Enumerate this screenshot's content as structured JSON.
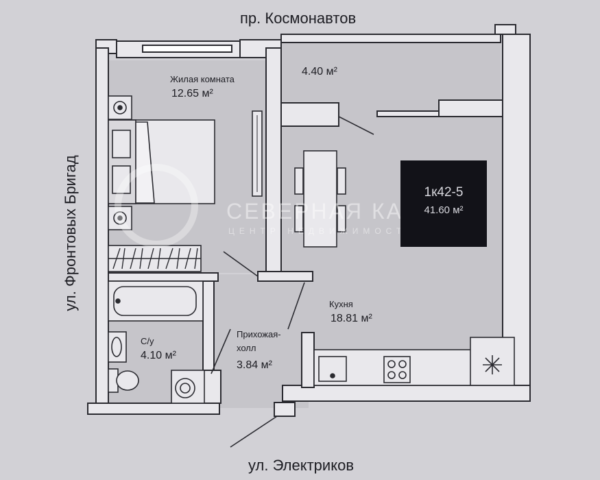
{
  "streets": {
    "top": "пр. Космонавтов",
    "left": "ул. Фронтовых Бригад",
    "bottom": "ул. Электриков"
  },
  "rooms": {
    "living": {
      "label": "Жилая комната",
      "area": "12.65 м²"
    },
    "balcony": {
      "area": "4.40 м²"
    },
    "kitchen": {
      "label": "Кухня",
      "area": "18.81 м²"
    },
    "bathroom": {
      "label": "С/у",
      "area": "4.10 м²"
    },
    "hallway": {
      "label_line1": "Прихожая-",
      "label_line2": "холл",
      "area": "3.84 м²"
    }
  },
  "unit": {
    "code": "1к42-5",
    "total_area": "41.60 м²"
  },
  "watermark": {
    "title": "СЕВЕРНАЯ КАЗНА",
    "subtitle": "ЦЕНТР НЕДВИЖИМОСТИ"
  },
  "colors": {
    "wall": "#e9e8ec",
    "wall_stroke": "#2a2a30",
    "floor": "#c6c5ca",
    "paper": "#d2d1d6",
    "badge": "#121218"
  }
}
